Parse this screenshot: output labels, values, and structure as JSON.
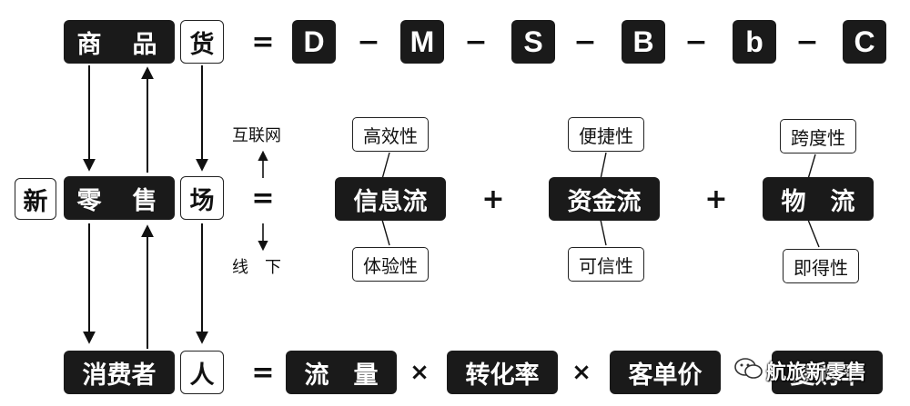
{
  "top_row": {
    "goods_a": "商",
    "goods_b": "品",
    "goods_c": "货",
    "equals": "=",
    "chain": [
      "D",
      "M",
      "S",
      "B",
      "b",
      "C"
    ],
    "dash": "−"
  },
  "middle_row": {
    "new": "新",
    "retail_a": "零",
    "retail_b": "售",
    "place": "场",
    "equals": "=",
    "internet": "互联网",
    "offline": "线　下",
    "flows": [
      {
        "label": "信息流",
        "attr_top": "高效性",
        "attr_bottom": "体验性"
      },
      {
        "label": "资金流",
        "attr_top": "便捷性",
        "attr_bottom": "可信性"
      },
      {
        "label": "物　流",
        "attr_top": "跨度性",
        "attr_bottom": "即得性"
      }
    ],
    "plus": "+"
  },
  "bottom_row": {
    "consumer": "消费者",
    "person": "人",
    "equals": "=",
    "factors": [
      "流　量",
      "转化率",
      "客单价",
      "复购率"
    ],
    "times": "×"
  },
  "watermark": "航旅新零售",
  "colors": {
    "dark_box": "#1a1a1a",
    "text_on_dark": "#ffffff",
    "line": "#222222"
  }
}
